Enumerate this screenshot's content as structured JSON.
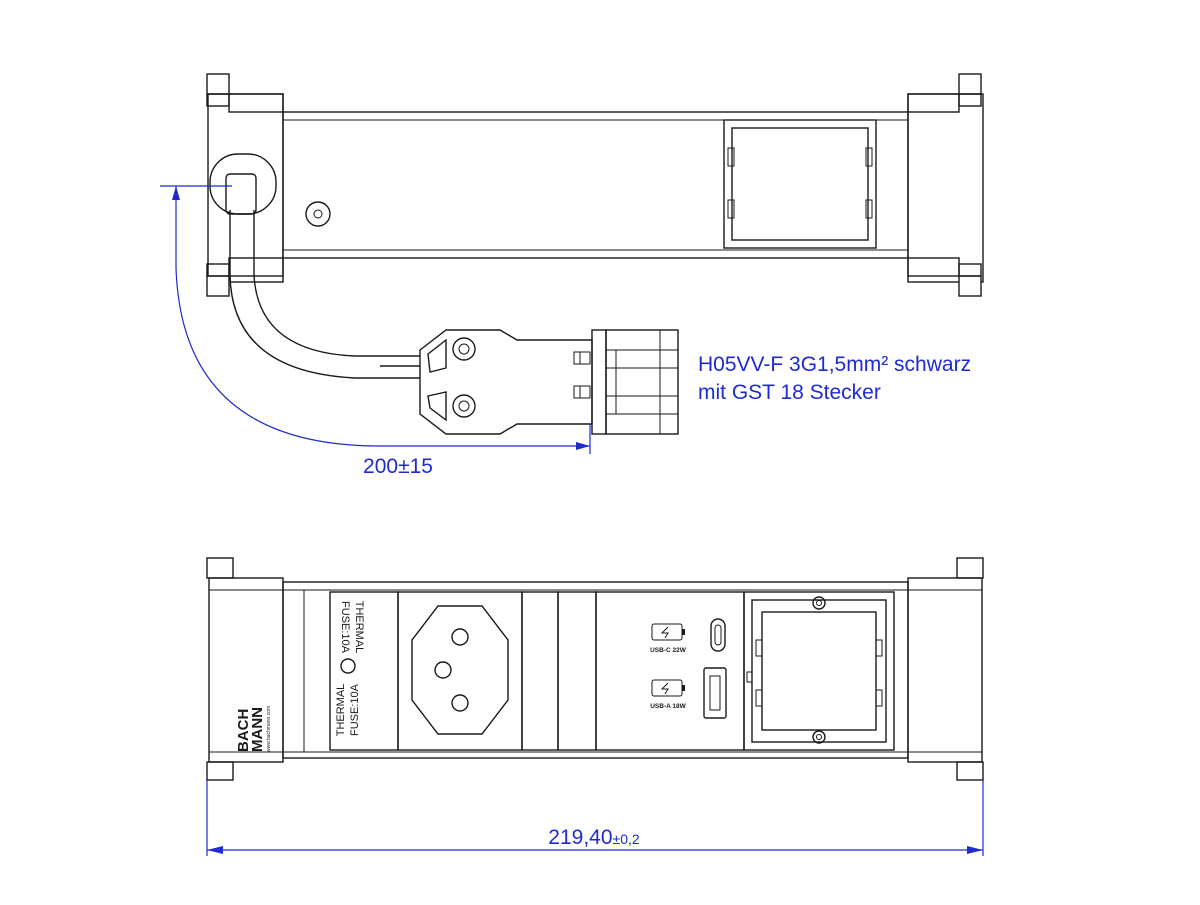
{
  "colors": {
    "dimension": "#1f2ad1",
    "outline": "#1a1a1a",
    "background": "#ffffff"
  },
  "annotations": {
    "cable_line_1": "H05VV-F 3G1,5mm² schwarz",
    "cable_line_2": "mit GST 18 Stecker",
    "cable_length": "200±15",
    "width_value": "219,40",
    "width_tolerance": "±0,2"
  },
  "front_panel": {
    "fuse_label_line1": "THERMAL",
    "fuse_label_line2": "FUSE:10A",
    "usb_c_label": "USB-C 22W",
    "usb_a_label": "USB-A 18W",
    "brand_line1": "BACH",
    "brand_line2": "MANN",
    "brand_url": "www.bachmann.com"
  }
}
